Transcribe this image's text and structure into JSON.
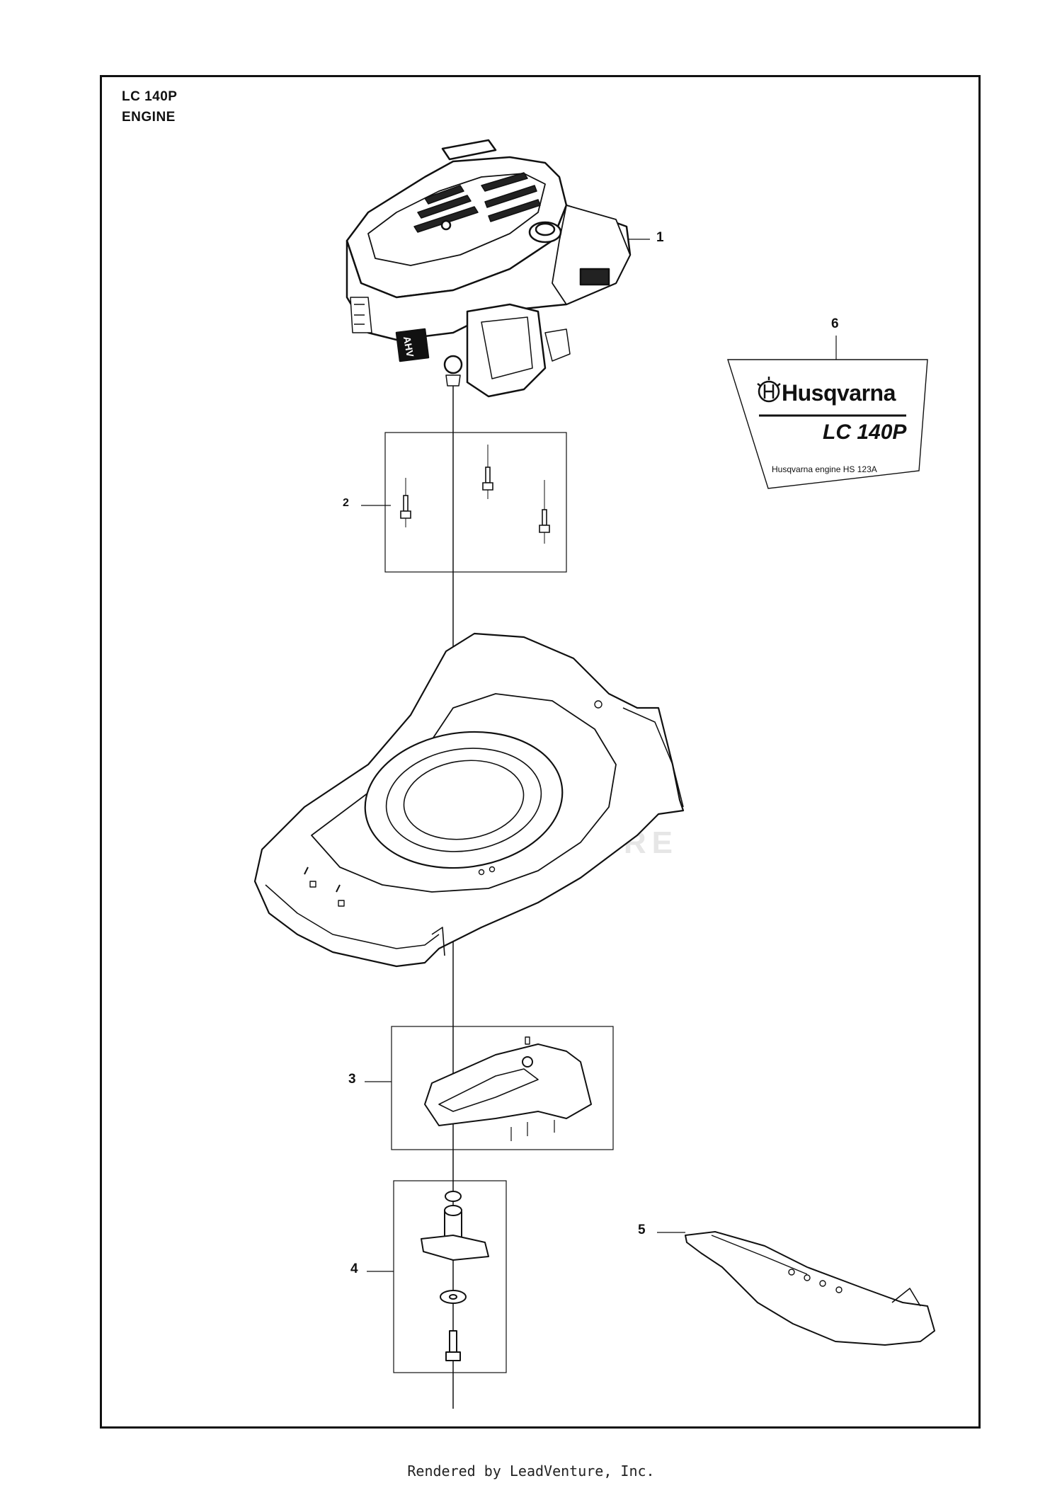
{
  "diagram": {
    "model": "LC 140P",
    "section": "ENGINE"
  },
  "callouts": [
    {
      "id": "1"
    },
    {
      "id": "2"
    },
    {
      "id": "3"
    },
    {
      "id": "4"
    },
    {
      "id": "5"
    },
    {
      "id": "6"
    }
  ],
  "decal": {
    "brand": "Husqvarna",
    "model": "LC 140P",
    "subtitle": "Husqvarna engine HS 123A"
  },
  "engine_label": "AHV",
  "watermark": "LEADVENTURE",
  "footer": "Rendered by LeadVenture, Inc.",
  "colors": {
    "ink": "#111111",
    "watermark": "#e2e2e2"
  }
}
